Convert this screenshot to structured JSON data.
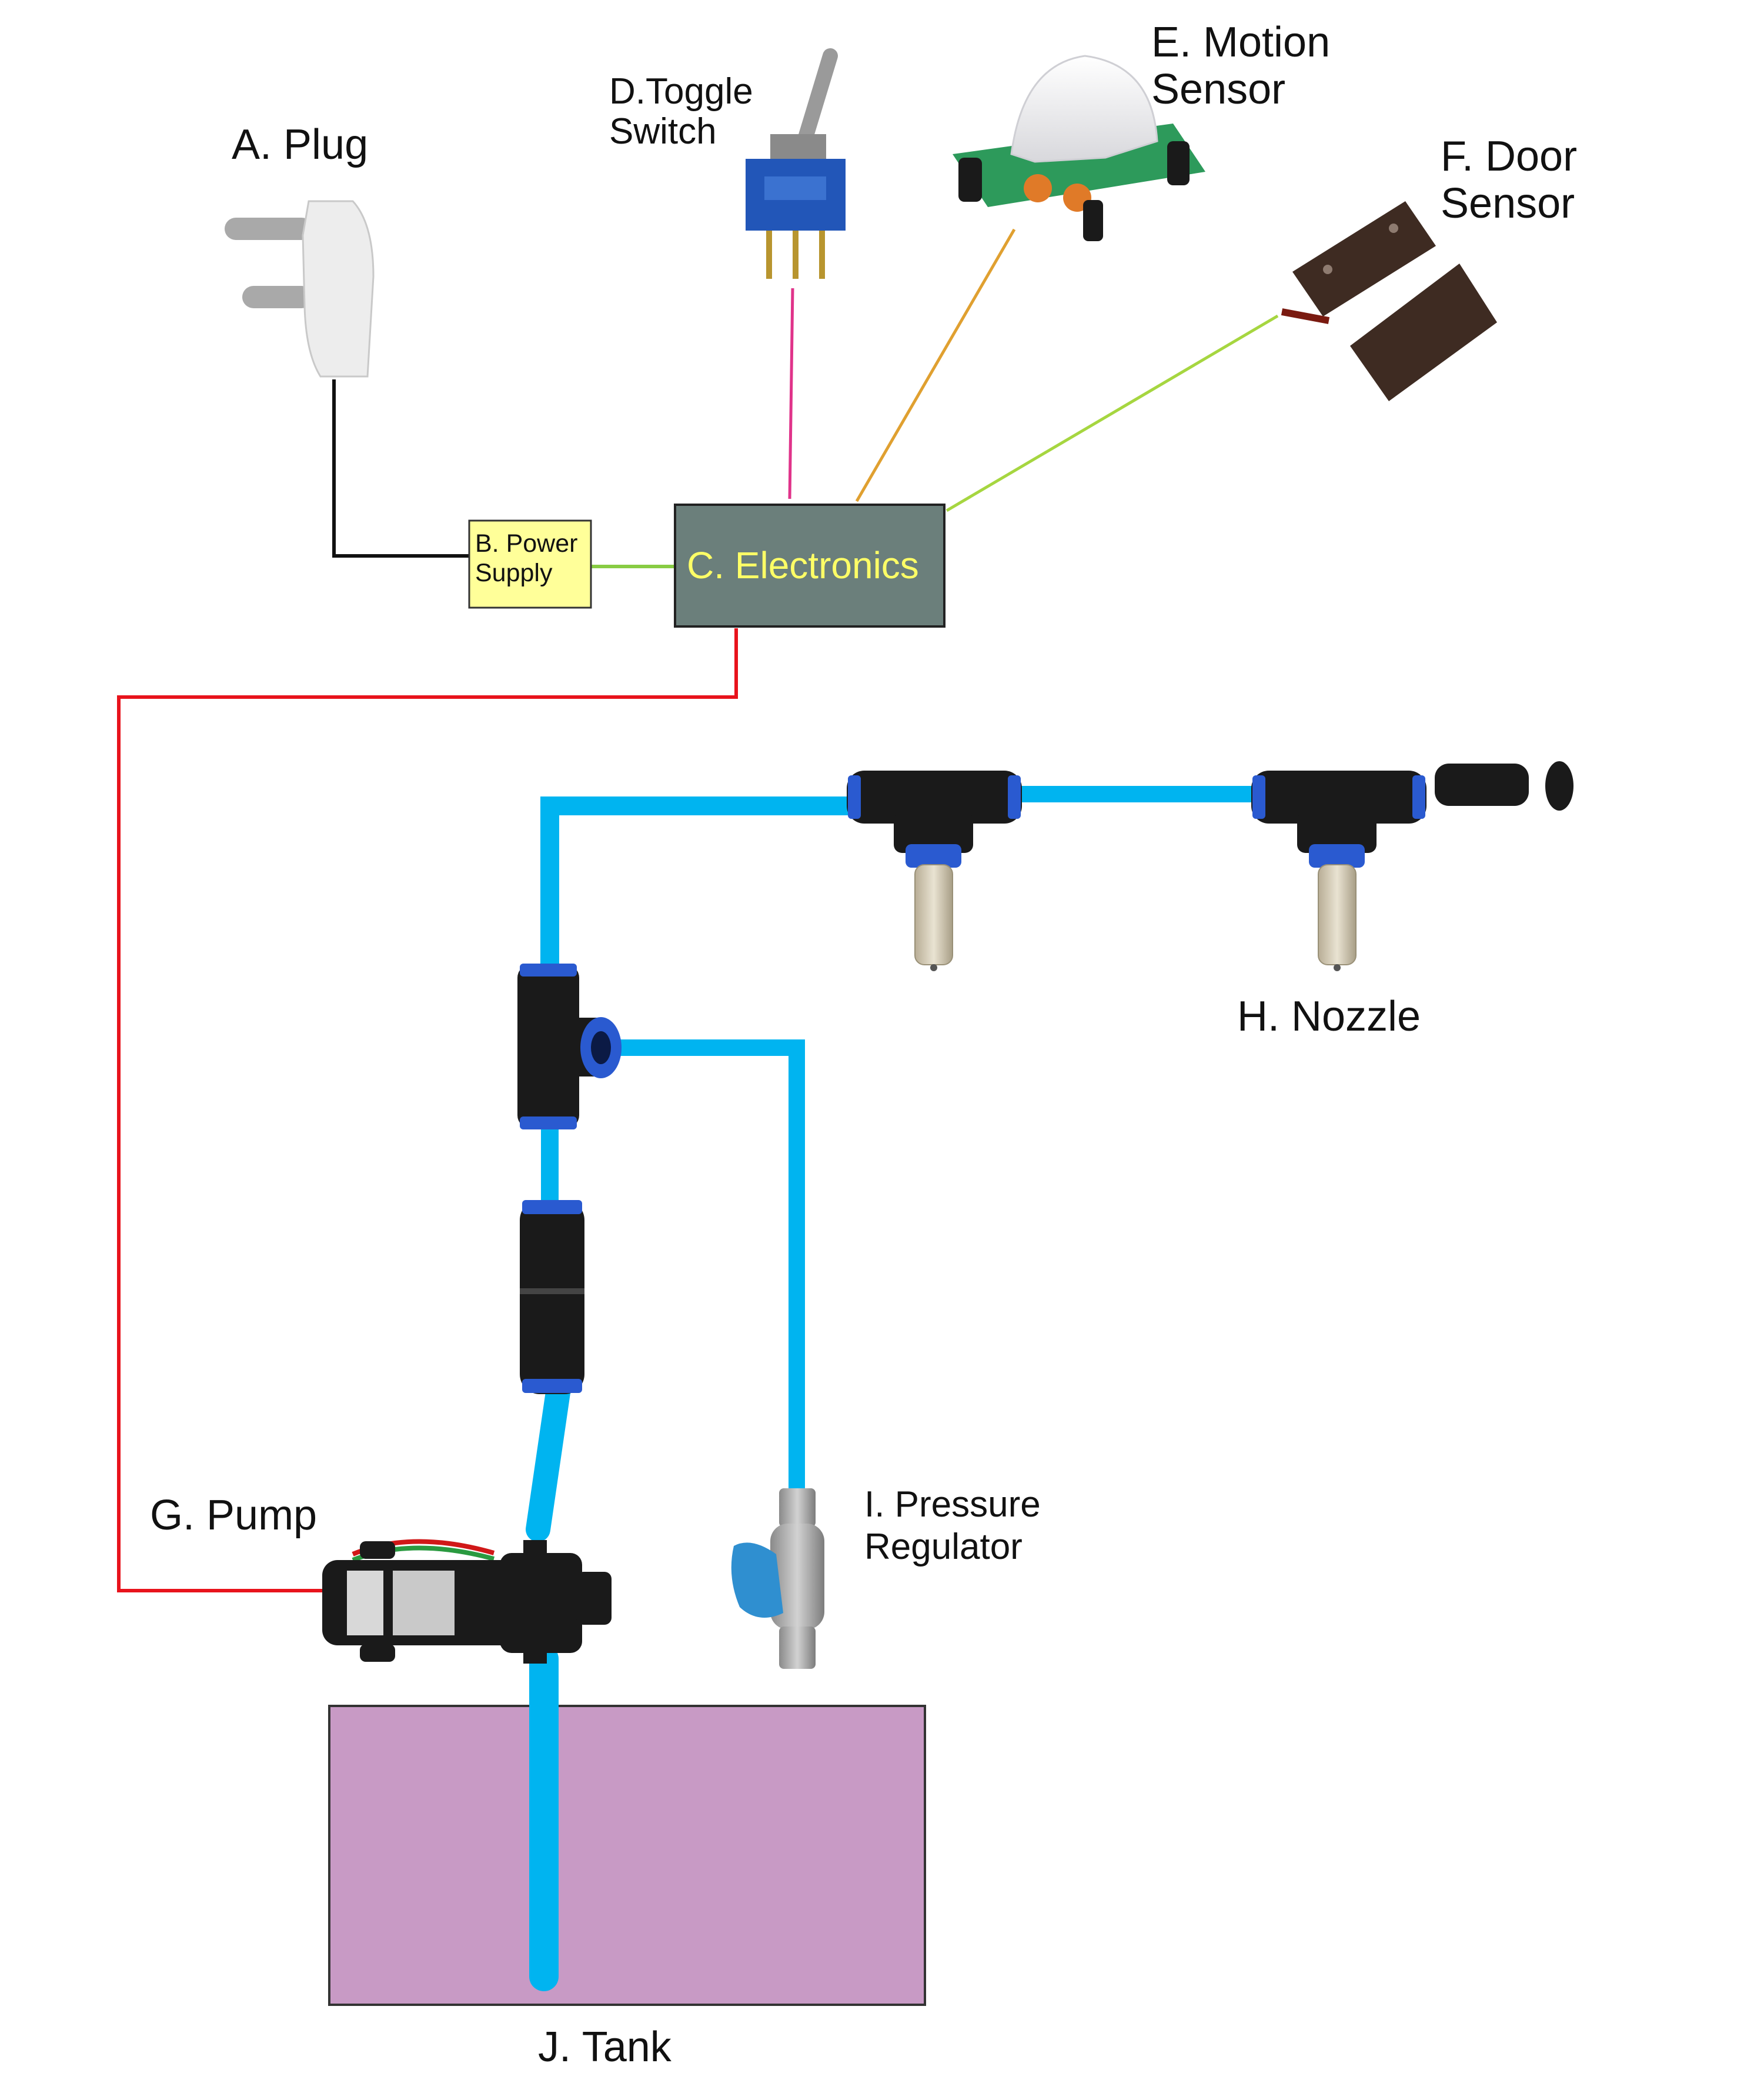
{
  "components": {
    "plug": {
      "label": "A. Plug"
    },
    "power_supply": {
      "label_line1": "B. Power",
      "label_line2": "Supply"
    },
    "electronics": {
      "label": "C. Electronics"
    },
    "toggle_switch": {
      "label_line1": "D.Toggle",
      "label_line2": "Switch"
    },
    "motion_sensor": {
      "label_line1": "E. Motion",
      "label_line2": "Sensor"
    },
    "door_sensor": {
      "label_line1": "F. Door",
      "label_line2": "Sensor"
    },
    "pump": {
      "label": "G. Pump"
    },
    "nozzle": {
      "label": "H. Nozzle"
    },
    "pressure_regulator": {
      "label_line1": "I. Pressure",
      "label_line2": "Regulator"
    },
    "tank": {
      "label": "J. Tank"
    }
  },
  "colors": {
    "pipe": "#00b4f0",
    "tank": "#c89ac5",
    "electronics_box": "#6b7f7b",
    "electronics_text": "#ffff66",
    "power_supply_box": "#ffff99",
    "wire_mains": "#111111",
    "wire_supply": "#88cc44",
    "wire_pump": "#e8131c",
    "wire_toggle": "#e0338a",
    "wire_motion": "#e0a030",
    "wire_door": "#a6d640"
  }
}
